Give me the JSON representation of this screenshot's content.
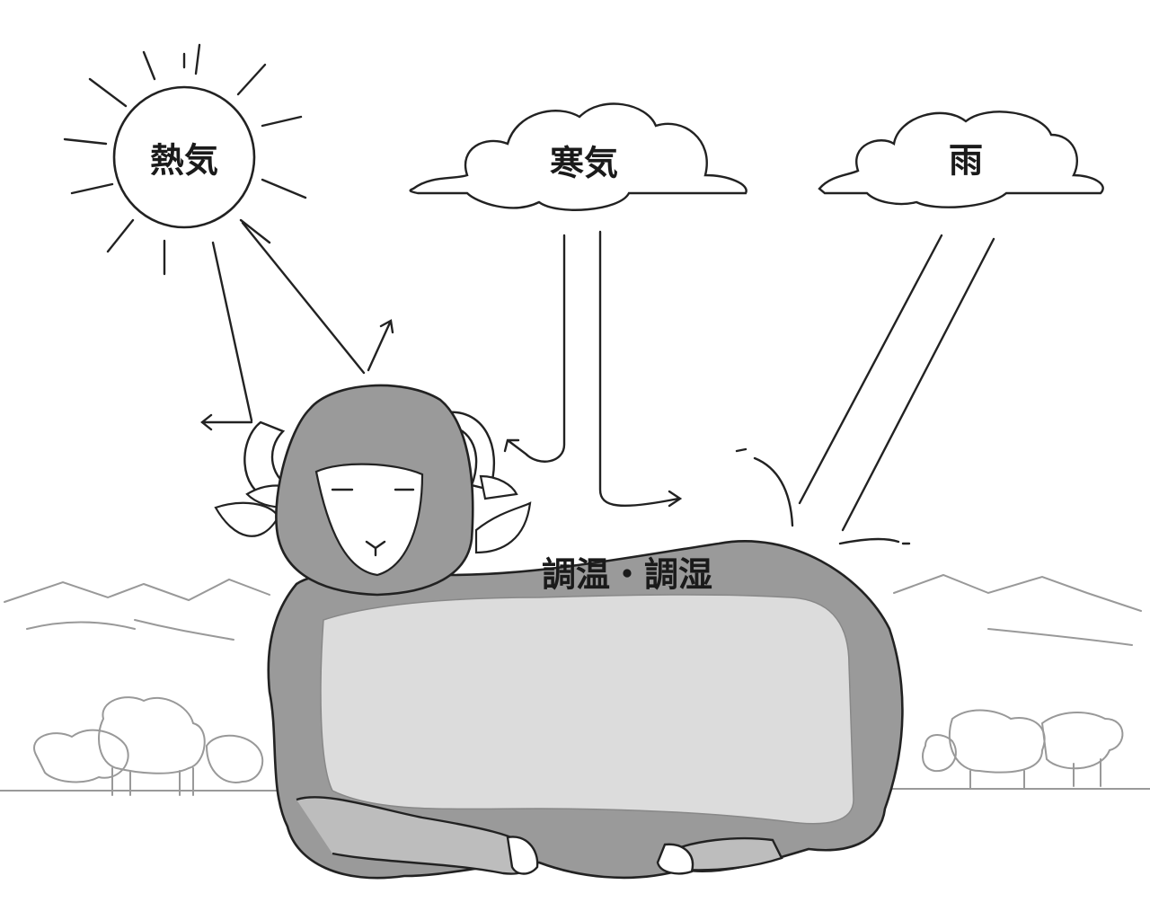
{
  "labels": {
    "sun": "熱気",
    "cold_cloud": "寒気",
    "rain_cloud": "雨",
    "sheep_body": "調温・調湿"
  },
  "colors": {
    "wool": "#9a9a9a",
    "body": "#dcdcdc",
    "outline": "#222222",
    "background_sketch": "#aaaaaa"
  }
}
